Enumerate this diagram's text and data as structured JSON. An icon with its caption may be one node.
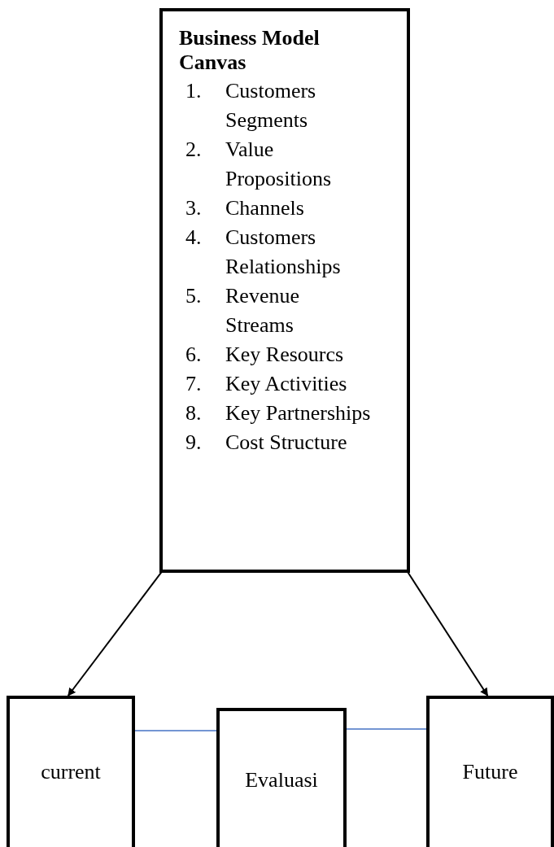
{
  "diagram": {
    "nodes": [
      {
        "text": [
          "Business Model Canvas",
          "1. Customers Segments",
          "2. Value Propositions",
          "3. Channels",
          "4. Customers Relationships",
          "5. Revenue Streams",
          "6. Key Resourcs",
          "7. Key Activities",
          "8. Key Partnerships",
          "9. Cost Structure"
        ]
      },
      {
        "text": [
          "current"
        ]
      },
      {
        "text": [
          "Evaluasi"
        ]
      },
      {
        "text": [
          "Future"
        ]
      }
    ],
    "edges": [
      {
        "from": 0,
        "to": 1,
        "arrow": "to"
      },
      {
        "from": 0,
        "to": 3,
        "arrow": "to"
      },
      {
        "from": 1,
        "to": 2,
        "arrow": "none",
        "color": "#4472c4"
      },
      {
        "from": 2,
        "to": 3,
        "arrow": "none",
        "color": "#4472c4"
      }
    ]
  }
}
